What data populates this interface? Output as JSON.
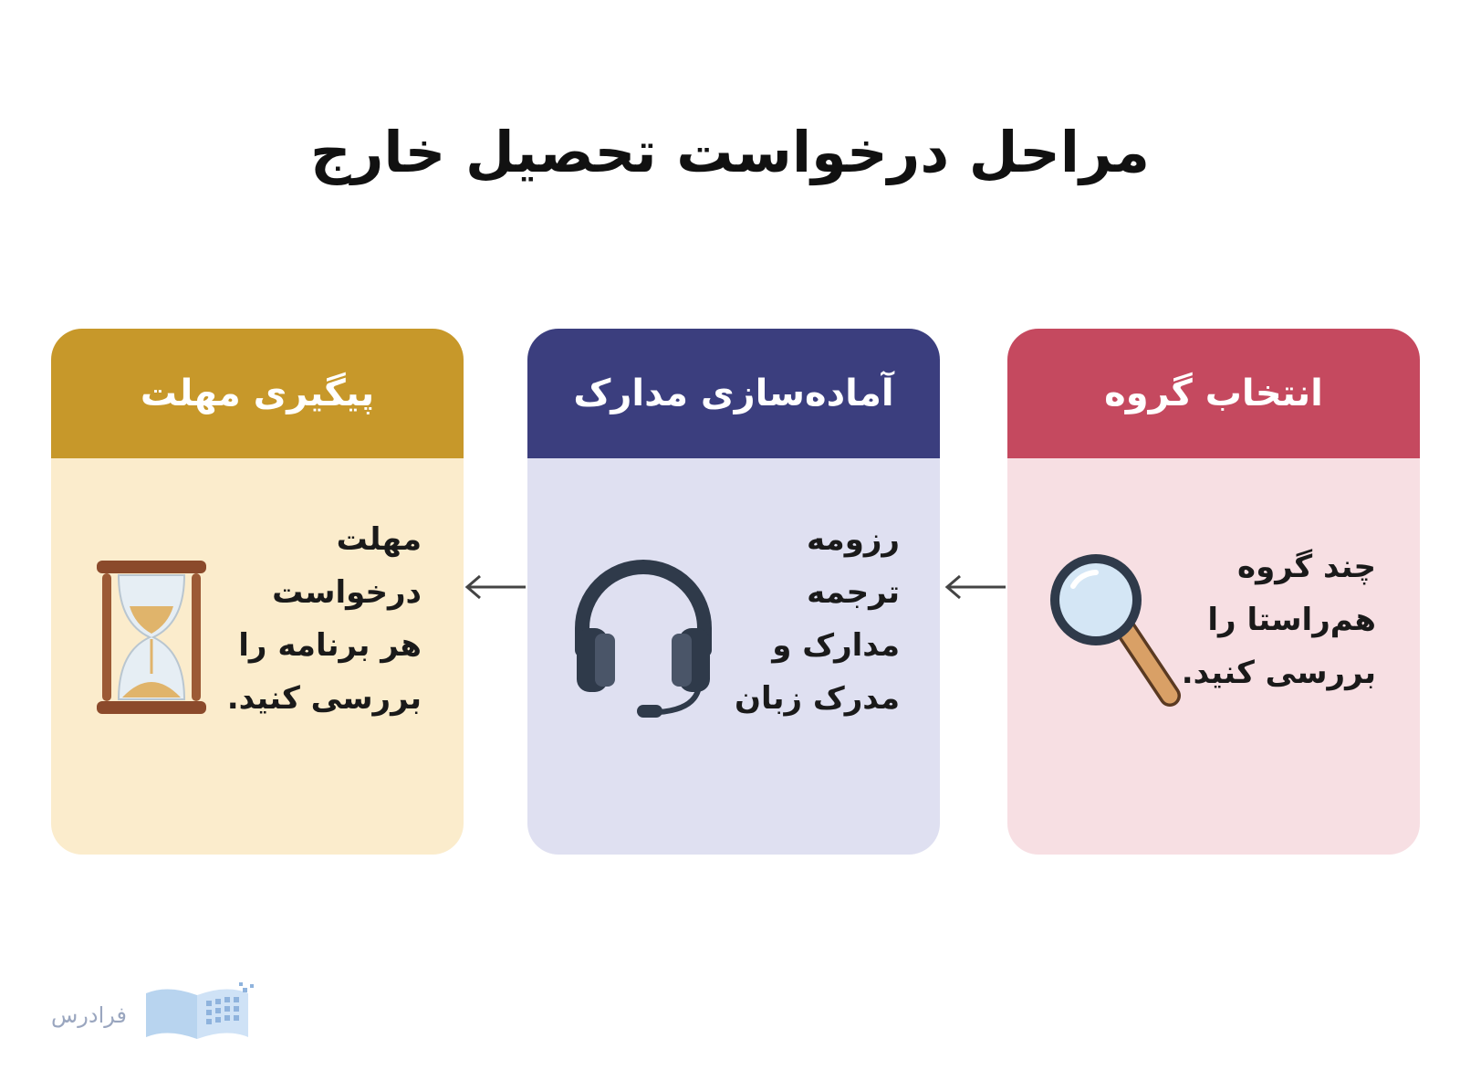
{
  "title": "مراحل درخواست تحصیل خارج",
  "steps": [
    {
      "heading": "انتخاب گروه",
      "lines": [
        "چند گروه",
        "هم‌راستا را",
        "بررسی کنید."
      ],
      "icon": "magnifier-icon",
      "header_color": "#c5495f",
      "body_color": "#f7dfe3"
    },
    {
      "heading": "آماده‌سازی مدارک",
      "lines": [
        "رزومه",
        "ترجمه",
        "مدارک و",
        "مدرک زبان"
      ],
      "icon": "headset-icon",
      "header_color": "#3b3e7e",
      "body_color": "#dfe0f1"
    },
    {
      "heading": "پیگیری مهلت",
      "lines": [
        "مهلت",
        "درخواست",
        "هر برنامه را",
        "بررسی کنید."
      ],
      "icon": "hourglass-icon",
      "header_color": "#c7982a",
      "body_color": "#fbeccc"
    }
  ],
  "logo": {
    "text": "فرادرس",
    "icon": "book-logo-icon"
  }
}
